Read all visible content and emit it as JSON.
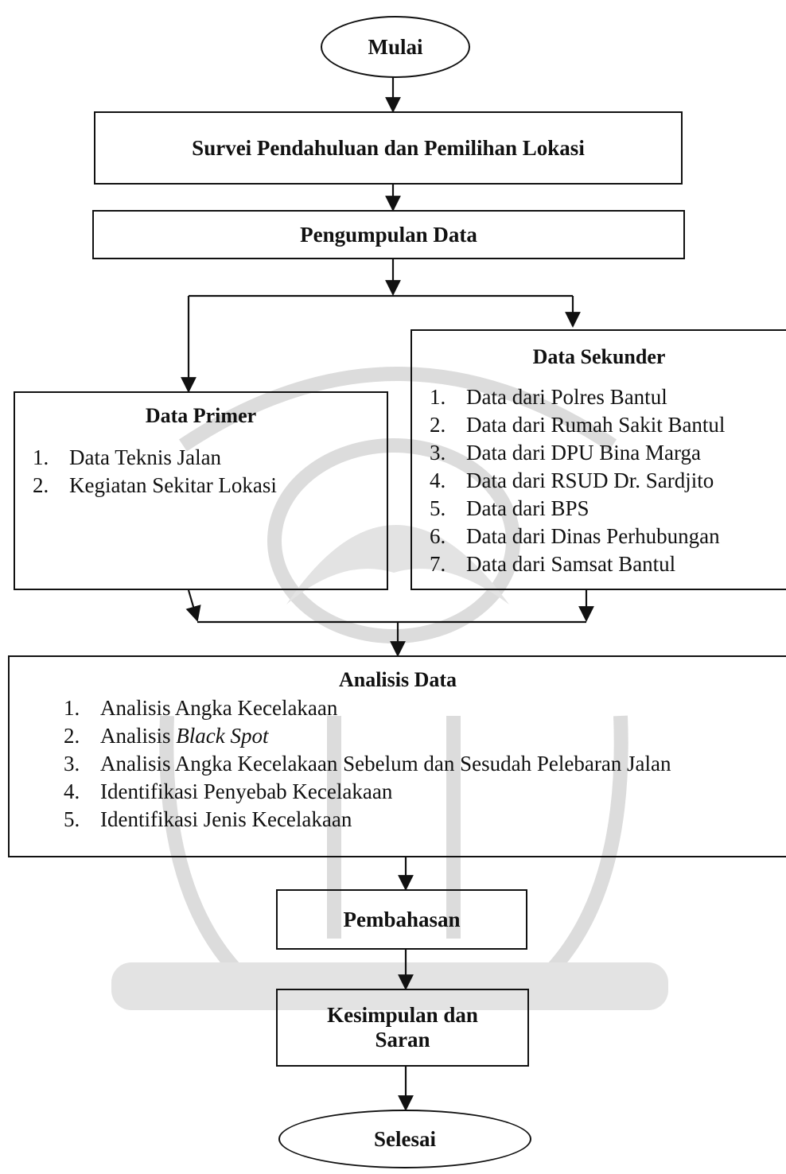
{
  "start": {
    "label": "Mulai"
  },
  "survey": {
    "label": "Survei Pendahuluan dan Pemilihan Lokasi"
  },
  "collection": {
    "label": "Pengumpulan Data"
  },
  "primary": {
    "title": "Data Primer",
    "items": [
      {
        "num": "1.",
        "text": "Data Teknis Jalan"
      },
      {
        "num": "2.",
        "text": "Kegiatan Sekitar Lokasi"
      }
    ]
  },
  "secondary": {
    "title": "Data Sekunder",
    "items": [
      {
        "num": "1.",
        "text": "Data dari Polres Bantul"
      },
      {
        "num": "2.",
        "text": "Data dari Rumah Sakit Bantul"
      },
      {
        "num": "3.",
        "text": "Data dari DPU Bina Marga"
      },
      {
        "num": "4.",
        "text": "Data dari RSUD Dr. Sardjito"
      },
      {
        "num": "5.",
        "text": "Data dari BPS"
      },
      {
        "num": "6.",
        "text": "Data dari Dinas Perhubungan"
      },
      {
        "num": "7.",
        "text": "Data dari Samsat Bantul"
      }
    ]
  },
  "analysis": {
    "title": "Analisis Data",
    "items": [
      {
        "num": "1.",
        "text": "Analisis Angka Kecelakaan"
      },
      {
        "num": "2.",
        "text": "Analisis ",
        "italic": "Black Spot"
      },
      {
        "num": "3.",
        "text": "Analisis Angka Kecelakaan Sebelum dan Sesudah Pelebaran Jalan"
      },
      {
        "num": "4.",
        "text": "Identifikasi Penyebab Kecelakaan"
      },
      {
        "num": "5.",
        "text": "Identifikasi Jenis Kecelakaan"
      }
    ]
  },
  "discussion": {
    "label": "Pembahasan"
  },
  "conclusion": {
    "line1": "Kesimpulan dan",
    "line2": "Saran"
  },
  "end": {
    "label": "Selesai"
  },
  "colors": {
    "ink": "#111111",
    "watermark": "#d9d9d9"
  }
}
